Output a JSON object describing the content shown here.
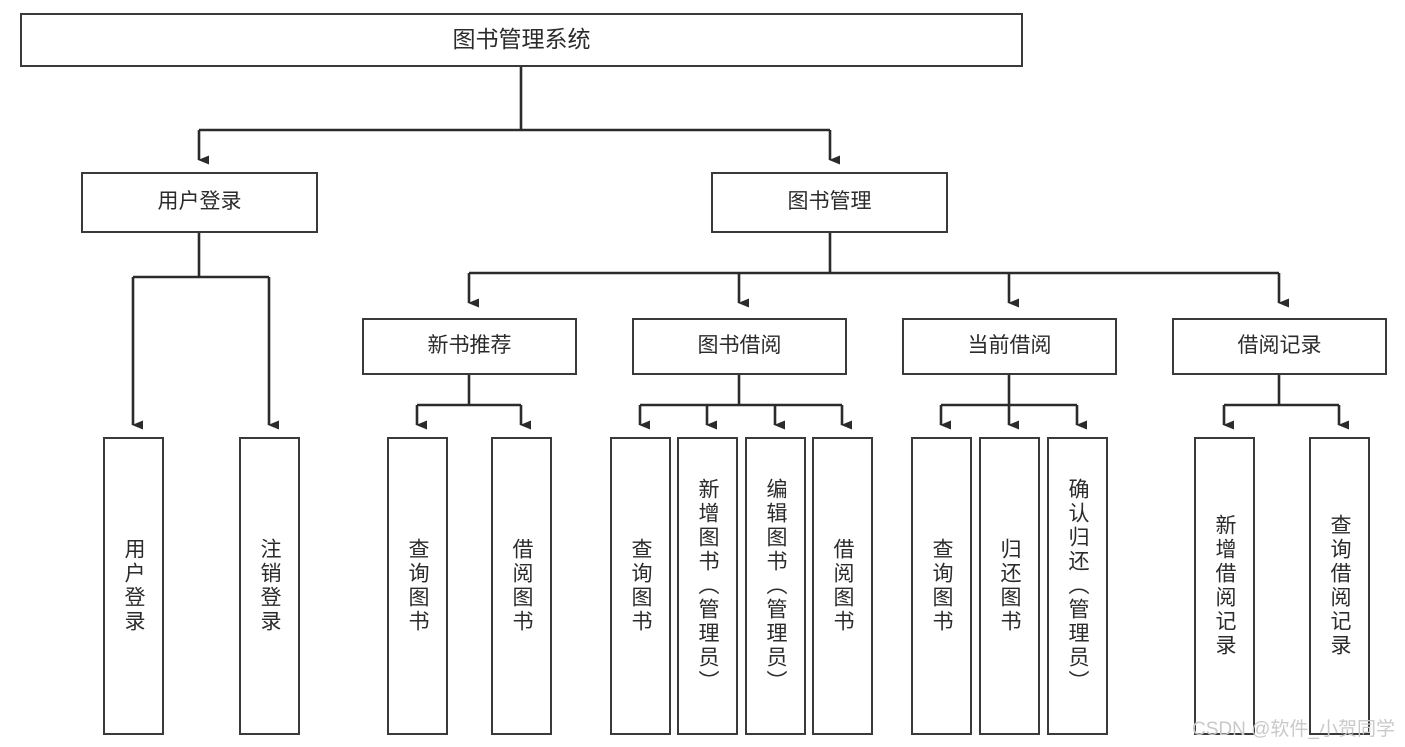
{
  "diagram": {
    "title": "图书管理系统",
    "type": "hierarchical-tree",
    "watermark": "CSDN @软件_小贺同学",
    "colors": {
      "border": "#3a3a3a",
      "text": "#2b2b2b",
      "background": "#ffffff",
      "connector": "#2b2b2b",
      "watermark": "#c9c9c9"
    },
    "nodes": {
      "root": {
        "label": "图书管理系统"
      },
      "level2": [
        {
          "label": "用户登录"
        },
        {
          "label": "图书管理"
        }
      ],
      "level3": [
        {
          "label": "新书推荐"
        },
        {
          "label": "图书借阅"
        },
        {
          "label": "当前借阅"
        },
        {
          "label": "借阅记录"
        }
      ],
      "leaves": {
        "user_login": [
          {
            "label": "用户登录"
          },
          {
            "label": "注销登录"
          }
        ],
        "new_book": [
          {
            "label": "查询图书"
          },
          {
            "label": "借阅图书"
          }
        ],
        "borrow_book": [
          {
            "label": "查询图书"
          },
          {
            "label": "新增图书（管理员）"
          },
          {
            "label": "编辑图书（管理员）"
          },
          {
            "label": "借阅图书"
          }
        ],
        "current_borrow": [
          {
            "label": "查询图书"
          },
          {
            "label": "归还图书"
          },
          {
            "label": "确认归还（管理员）"
          }
        ],
        "borrow_record": [
          {
            "label": "新增借阅记录"
          },
          {
            "label": "查询借阅记录"
          }
        ]
      }
    }
  }
}
